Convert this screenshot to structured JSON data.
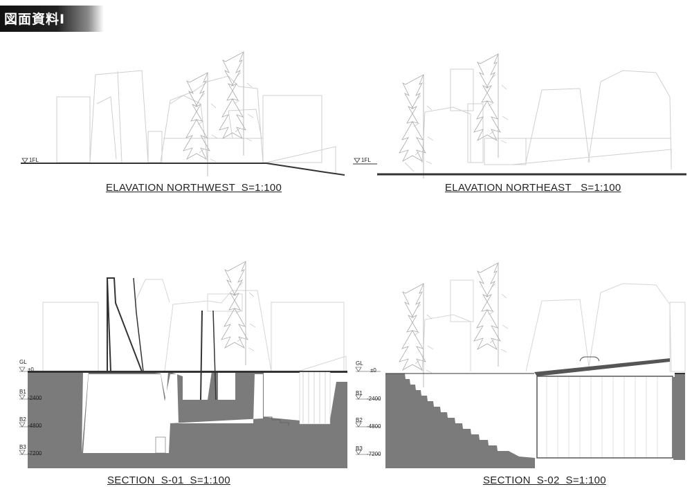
{
  "sheet": {
    "title": "図面資料Ⅰ"
  },
  "drawings": {
    "elevation_nw": {
      "caption": "ELAVATION NORTHWEST  S=1:100",
      "floor_marker": "1FL"
    },
    "elevation_ne": {
      "caption": "ELAVATION NORTHEAST   S=1:100",
      "floor_marker": "1FL"
    },
    "section_s01": {
      "caption": "SECTION  S-01  S=1:100",
      "levels": [
        {
          "name": "GL",
          "value": "±0"
        },
        {
          "name": "B1",
          "value": "-2400"
        },
        {
          "name": "B2",
          "value": "-4800"
        },
        {
          "name": "B3",
          "value": "-7200"
        }
      ]
    },
    "section_s02": {
      "caption": "SECTION  S-02  S=1:100",
      "levels": [
        {
          "name": "GL",
          "value": "±0"
        },
        {
          "name": "B1",
          "value": "-2400"
        },
        {
          "name": "B2",
          "value": "-4800"
        },
        {
          "name": "B3",
          "value": "-7200"
        }
      ]
    }
  }
}
